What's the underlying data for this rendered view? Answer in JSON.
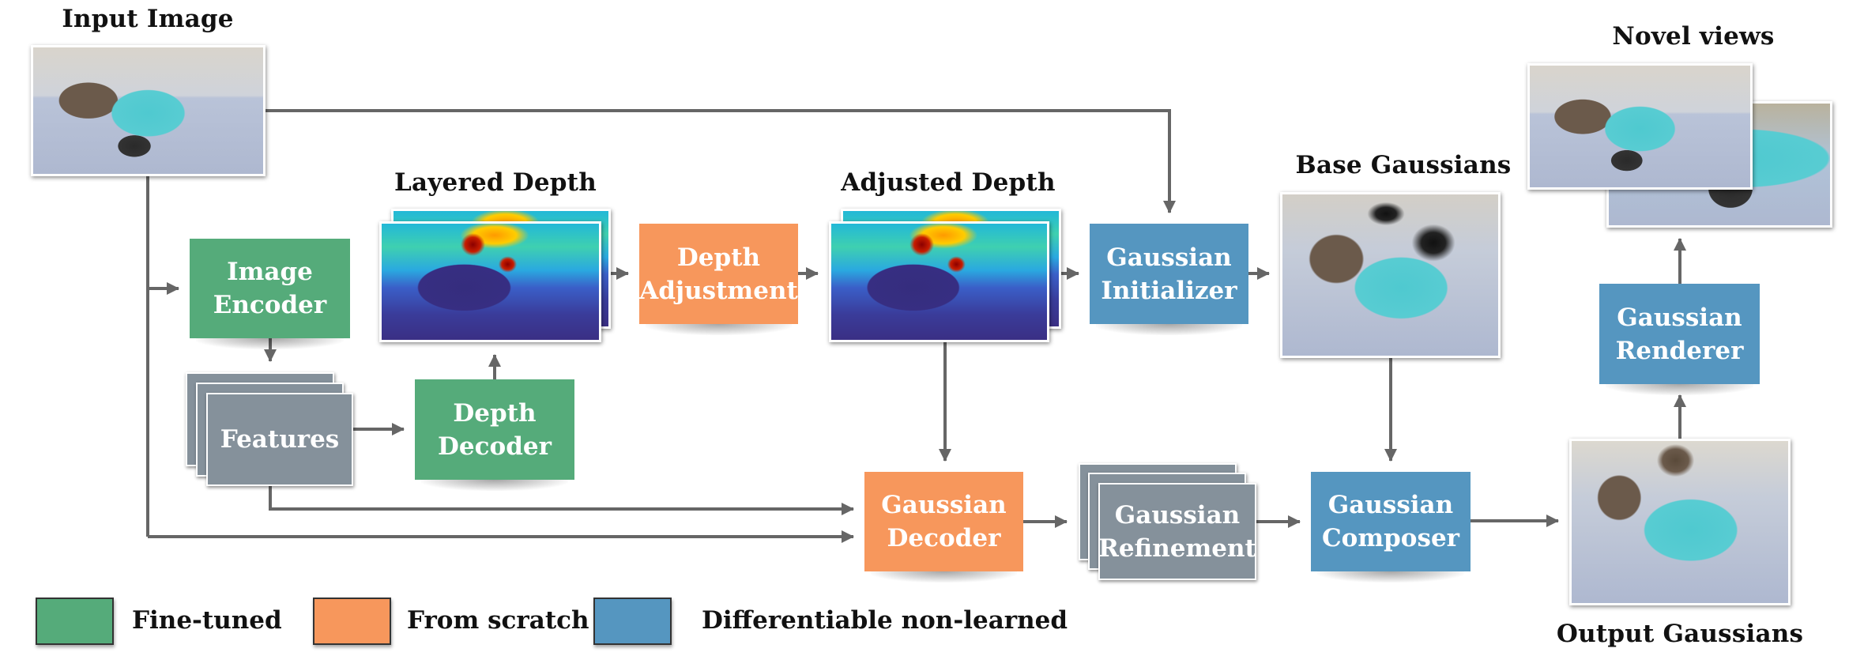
{
  "titles": {
    "input_image": "Input Image",
    "layered_depth": "Layered Depth",
    "adjusted_depth": "Adjusted Depth",
    "base_gaussians": "Base Gaussians",
    "novel_views": "Novel views",
    "output_gaussians": "Output Gaussians"
  },
  "modules": {
    "image_encoder": {
      "line1": "Image",
      "line2": "Encoder",
      "category": "fine-tuned"
    },
    "features": {
      "line1": "Features",
      "category": "intermediate"
    },
    "depth_decoder": {
      "line1": "Depth",
      "line2": "Decoder",
      "category": "fine-tuned"
    },
    "depth_adjustment": {
      "line1": "Depth",
      "line2": "Adjustment",
      "category": "from-scratch"
    },
    "gaussian_initializer": {
      "line1": "Gaussian",
      "line2": "Initializer",
      "category": "differentiable-non-learned"
    },
    "gaussian_decoder": {
      "line1": "Gaussian",
      "line2": "Decoder",
      "category": "from-scratch"
    },
    "gaussian_refinement": {
      "line1": "Gaussian",
      "line2": "Refinement",
      "category": "intermediate"
    },
    "gaussian_composer": {
      "line1": "Gaussian",
      "line2": "Composer",
      "category": "differentiable-non-learned"
    },
    "gaussian_renderer": {
      "line1": "Gaussian",
      "line2": "Renderer",
      "category": "differentiable-non-learned"
    }
  },
  "legend": [
    {
      "label": "Fine-tuned",
      "color": "#55AB7A"
    },
    {
      "label": "From scratch",
      "color": "#F7975C"
    },
    {
      "label": "Differentiable non-learned",
      "color": "#5596C0"
    }
  ],
  "colors": {
    "fine_tuned": "#55AB7A",
    "from_scratch": "#F7975C",
    "non_learned": "#5596C0",
    "intermediate": "#85919B",
    "connector": "#666666"
  },
  "edges": [
    [
      "input_image",
      "image_encoder"
    ],
    [
      "input_image",
      "gaussian_initializer"
    ],
    [
      "input_image",
      "gaussian_decoder"
    ],
    [
      "image_encoder",
      "features"
    ],
    [
      "features",
      "depth_decoder"
    ],
    [
      "features",
      "gaussian_decoder"
    ],
    [
      "depth_decoder",
      "layered_depth"
    ],
    [
      "layered_depth",
      "depth_adjustment"
    ],
    [
      "depth_adjustment",
      "adjusted_depth"
    ],
    [
      "adjusted_depth",
      "gaussian_initializer"
    ],
    [
      "adjusted_depth",
      "gaussian_decoder"
    ],
    [
      "gaussian_initializer",
      "base_gaussians"
    ],
    [
      "base_gaussians",
      "gaussian_composer"
    ],
    [
      "gaussian_decoder",
      "gaussian_refinement"
    ],
    [
      "gaussian_refinement",
      "gaussian_composer"
    ],
    [
      "gaussian_composer",
      "output_gaussians"
    ],
    [
      "output_gaussians",
      "gaussian_renderer"
    ],
    [
      "gaussian_renderer",
      "novel_views"
    ]
  ]
}
